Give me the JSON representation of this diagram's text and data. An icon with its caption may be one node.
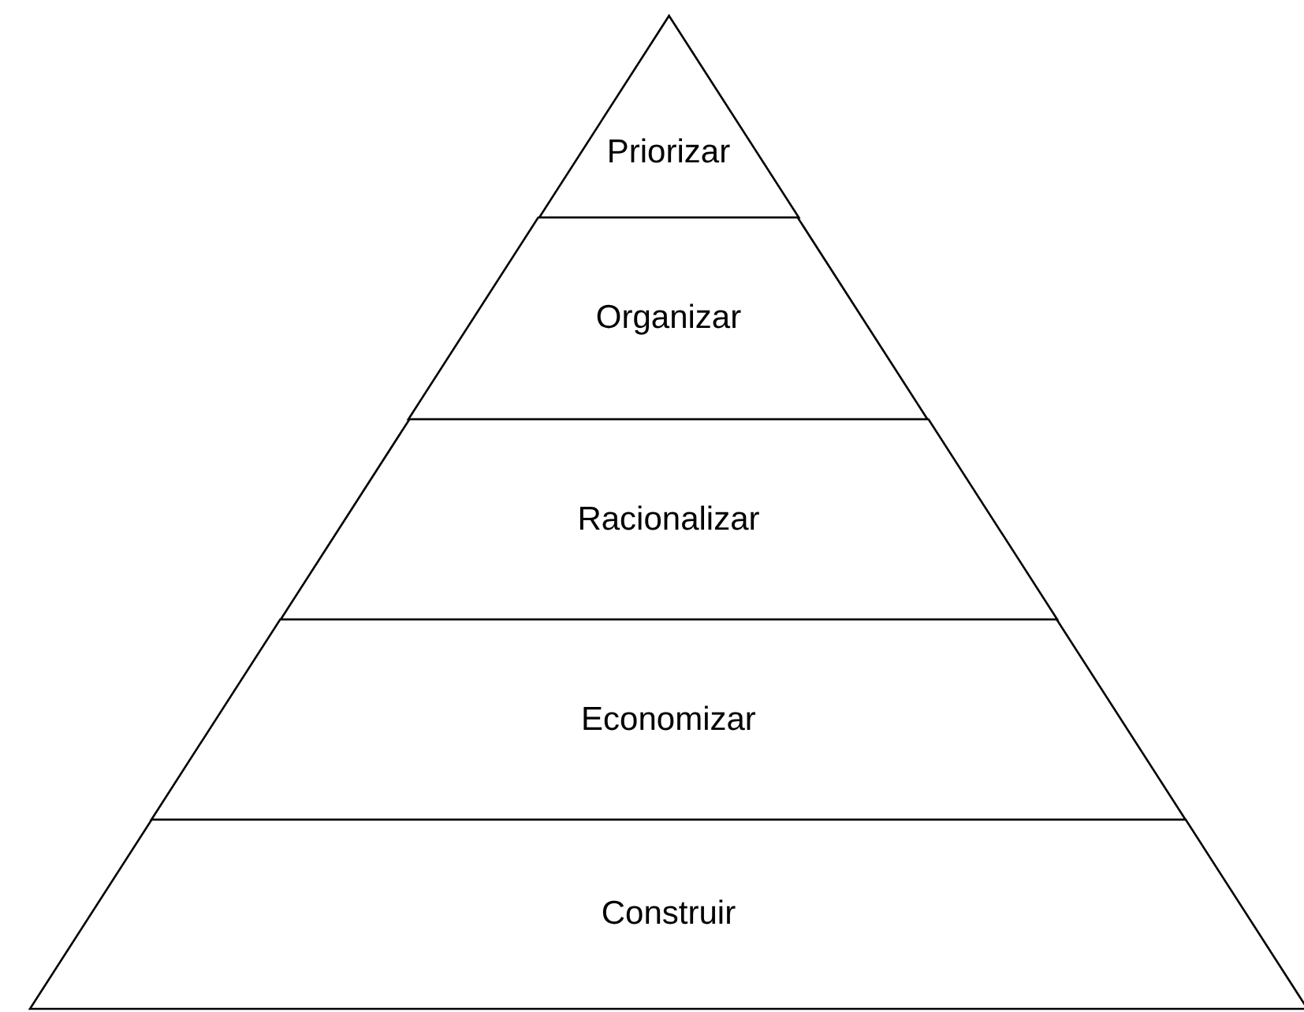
{
  "diagram": {
    "nodes": [
      {
        "text": [
          "Priorizar"
        ]
      },
      {
        "text": [
          "Organizar"
        ]
      },
      {
        "text": [
          "Racionalizar"
        ]
      },
      {
        "text": [
          "Economizar"
        ]
      },
      {
        "text": [
          "Construir"
        ]
      }
    ]
  }
}
